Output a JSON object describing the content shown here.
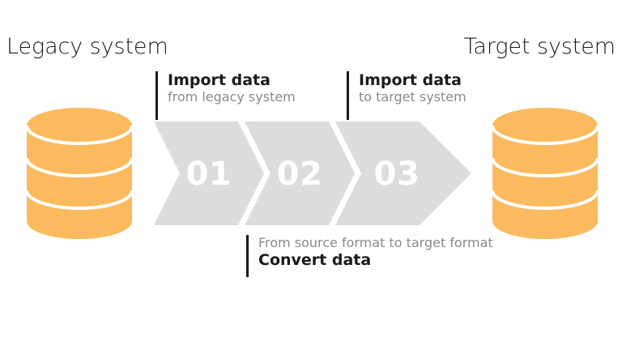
{
  "diagram": {
    "endpoints": [
      {
        "id": "legacy",
        "label": "Legacy system",
        "icon": "database-icon"
      },
      {
        "id": "target",
        "label": "Target system",
        "icon": "database-icon"
      }
    ],
    "steps": [
      {
        "number": "01"
      },
      {
        "number": "02"
      },
      {
        "number": "03"
      }
    ],
    "callouts": [
      {
        "id": "import-from-legacy",
        "title": "Import data",
        "subtitle": "from legacy system",
        "order": "title-first"
      },
      {
        "id": "import-to-target",
        "title": "Import data",
        "subtitle": "to target system",
        "order": "title-first"
      },
      {
        "id": "convert-data",
        "title": "Convert data",
        "subtitle": "From source format to target format",
        "order": "subtitle-first"
      }
    ],
    "colors": {
      "database_orange": "#FCBA5E",
      "chevron_gray": "#DCDCDC",
      "number_white": "#FFFFFF",
      "text_dark": "#1B1B1B",
      "text_muted": "#8A8A8A",
      "background": "#FFFFFF"
    }
  }
}
